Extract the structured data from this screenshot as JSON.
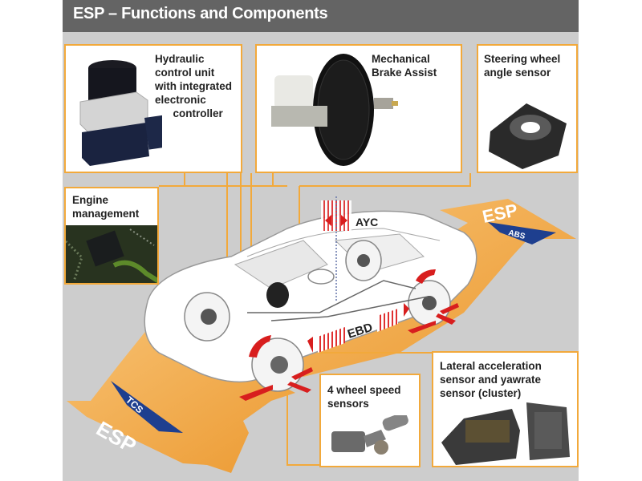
{
  "header": {
    "title": "ESP – Functions and Components"
  },
  "colors": {
    "header_bg": "#646464",
    "background": "#cdcdcd",
    "box_border": "#f2a93b",
    "arrow_orange": "#f0a540",
    "badge_blue": "#1e3f8f",
    "accent_red": "#d81e1e"
  },
  "components": [
    {
      "id": "hydraulic",
      "label": "Hydraulic\ncontrol unit\nwith integrated\nelectronic\n      controller",
      "image": "hydraulic-unit-image"
    },
    {
      "id": "brake",
      "label": "Mechanical\nBrake Assist",
      "image": "brake-booster-image"
    },
    {
      "id": "steering",
      "label": "Steering wheel\nangle sensor",
      "image": "steering-sensor-image"
    },
    {
      "id": "engine",
      "label": "Engine\nmanagement",
      "image": "circuit-board-image"
    },
    {
      "id": "wheel",
      "label": "4 wheel speed\nsensors",
      "image": "wheel-speed-sensor-image"
    },
    {
      "id": "lateral",
      "label": "Lateral acceleration\nsensor and yawrate\nsensor (cluster)",
      "image": "yaw-sensor-cluster-image"
    }
  ],
  "functions": {
    "ayc": "AYC",
    "ebd": "EBD",
    "esp_top": "ESP",
    "abs": "ABS",
    "esp_bottom": "ESP",
    "tcs": "TCS"
  }
}
